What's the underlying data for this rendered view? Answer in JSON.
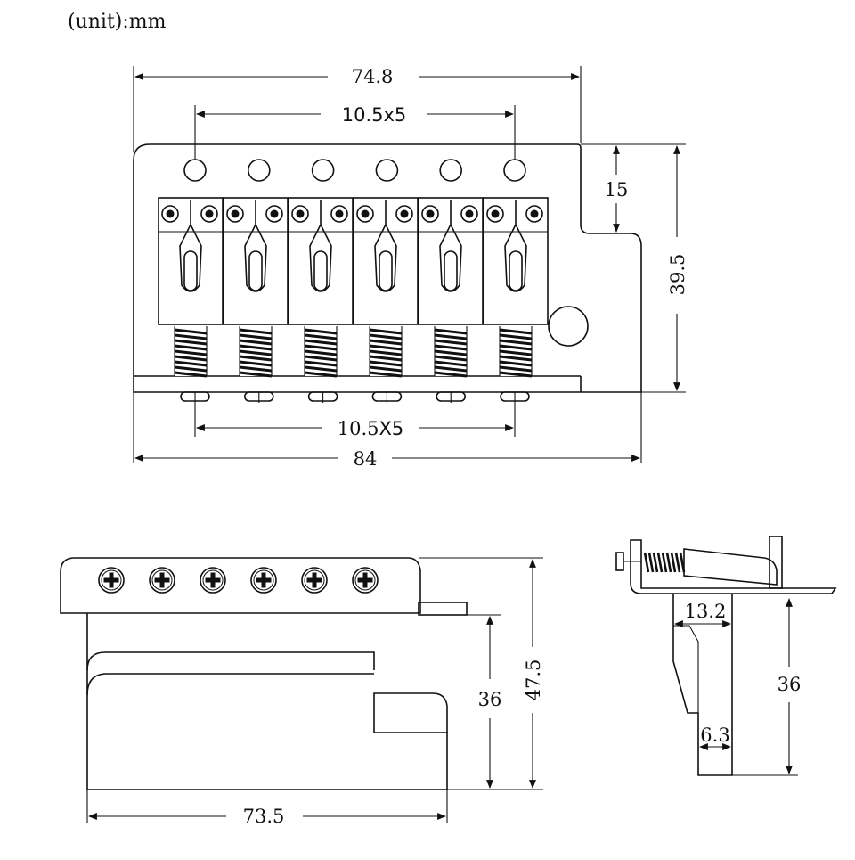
{
  "unit_label": "(unit):mm",
  "top_view": {
    "dims": {
      "top_width": "74.8",
      "hole_spacing": "10.5x5",
      "step_height": "15",
      "total_height": "39.5",
      "screw_spacing": "10.5",
      "screw_spacing_mult": "X5",
      "bottom_width": "84"
    },
    "saddle_count": 6,
    "mount_hole_count": 6
  },
  "front_view": {
    "dims": {
      "block_height": "36",
      "total_height": "47.5",
      "block_width": "73.5"
    },
    "screw_count": 6
  },
  "side_view": {
    "dims": {
      "block_depth": "13.2",
      "block_height": "36",
      "bottom_offset": "6.3"
    }
  }
}
